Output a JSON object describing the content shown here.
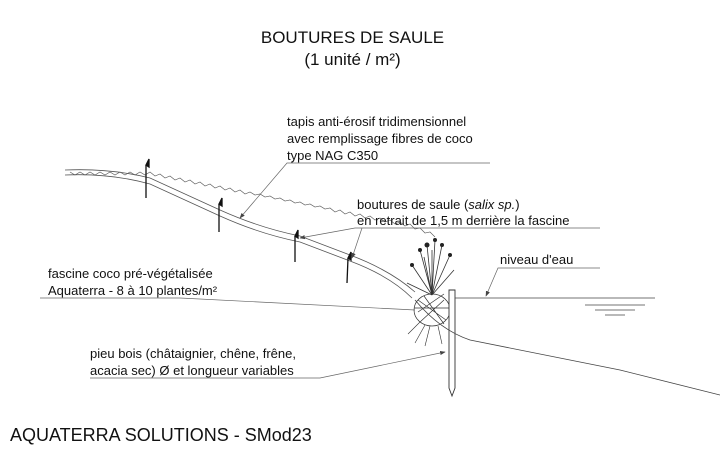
{
  "title": "BOUTURES DE SAULE",
  "subtitle": "(1 unité / m²)",
  "labels": {
    "tapis": [
      "tapis anti-érosif tridimensionnel",
      "avec remplissage fibres de coco",
      "type NAG C350"
    ],
    "boutures_prefix": "boutures de saule (",
    "boutures_italic": "salix sp.",
    "boutures_suffix": ")",
    "boutures_line2": "en retrait de 1,5 m derrière la fascine",
    "niveau": "niveau d'eau",
    "fascine": [
      "fascine coco pré-végétalisée",
      "Aquaterra - 8 à 10 plantes/m²"
    ],
    "pieu": [
      "pieu bois (châtaignier, chêne, frêne,",
      "acacia sec) Ø et longueur variables"
    ]
  },
  "footer": "AQUATERRA SOLUTIONS - SMod23"
}
